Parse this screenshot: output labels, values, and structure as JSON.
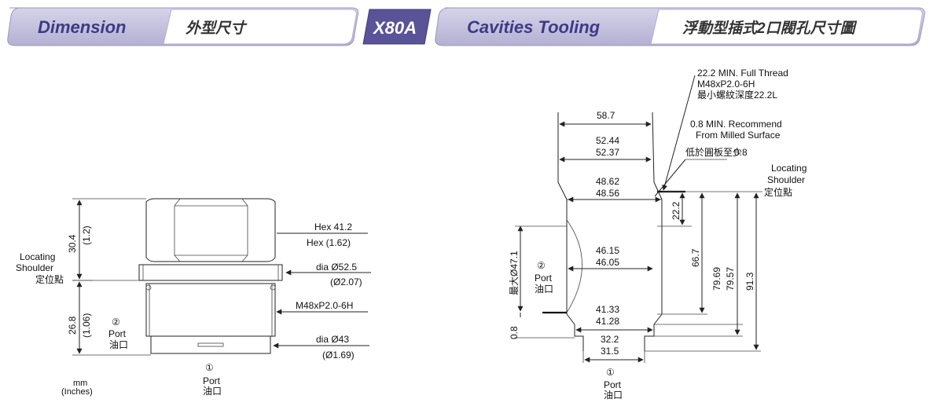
{
  "header": {
    "tab_dimension_en": "Dimension",
    "tab_dimension_zh": "外型尺寸",
    "model": "X80A",
    "tab_cavity_en": "Cavities Tooling",
    "tab_cavity_zh": "浮動型插式2口閥孔尺寸圖",
    "colors": {
      "tab_fill": "#c4c2dd",
      "tab_text": "#3d3a85",
      "model_fill": "#5a5398",
      "model_text": "#ffffff"
    }
  },
  "left": {
    "dims": {
      "hex_mm": "Hex 41.2",
      "hex_in": "Hex (1.62)",
      "dia_mm": "dia Ø52.5",
      "dia_in": "(Ø2.07)",
      "thread": "M48xP2.0-6H",
      "dia2_mm": "dia Ø43",
      "dia2_in": "(Ø1.69)",
      "h1_mm": "30.4",
      "h1_in": "(1.2)",
      "h2_mm": "26.8",
      "h2_in": "(1.06)"
    },
    "locating": [
      "Locating",
      "Shoulder",
      "定位點"
    ],
    "port2": {
      "num": "②",
      "en": "Port",
      "zh": "油口"
    },
    "port1": {
      "num": "①",
      "en": "Port",
      "zh": "油口"
    },
    "units": {
      "mm": "mm",
      "in": "(Inches)"
    }
  },
  "right": {
    "notes": {
      "thread_a": "22.2 MIN. Full Thread",
      "thread_b": "M48xP2.0-6H",
      "thread_c": "最小螺紋深度22.2L",
      "mill_a": "0.8 MIN. Recommend",
      "mill_b": "From Milled Surface",
      "mill_c": "低於圓板至少",
      "mill_val": "0.8"
    },
    "locating": [
      "Locating",
      "Shoulder",
      "定位點"
    ],
    "dims": {
      "w1": "58.7",
      "w2a": "52.44",
      "w2b": "52.37",
      "w3a": "48.62",
      "w3b": "48.56",
      "w4a": "46.15",
      "w4b": "46.05",
      "w5a": "41.33",
      "w5b": "41.28",
      "w6a": "32.2",
      "w6b": "31.5",
      "h_22": "22.2",
      "h_66": "66.7",
      "h_79a": "79.69",
      "h_79b": "79.57",
      "h_91": "91.3",
      "h_08": "0.8",
      "dia_max": "最大Ø47.1"
    },
    "port2": {
      "num": "②",
      "en": "Port",
      "zh": "油口"
    },
    "port1": {
      "num": "①",
      "en": "Port",
      "zh": "油口"
    }
  }
}
